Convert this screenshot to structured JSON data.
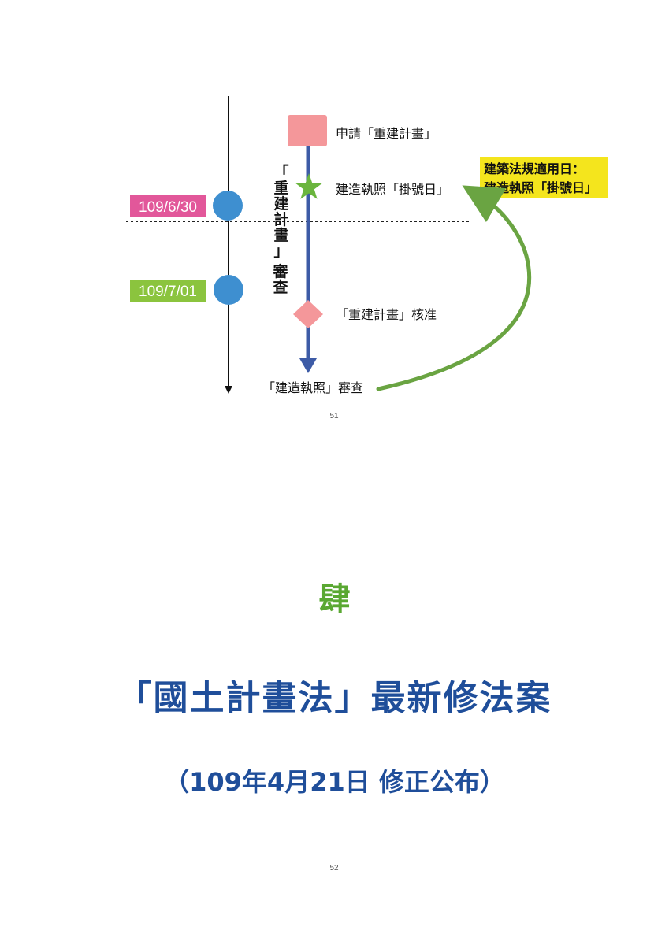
{
  "diagram": {
    "labels": {
      "apply": "申請「重建計畫」",
      "filing_day": "建造執照「掛號日」",
      "approval": "「重建計畫」核准",
      "permit_review": "「建造執照」審查"
    },
    "vertical_label": [
      "「",
      "重",
      "建",
      "計",
      "畫",
      "」",
      "審",
      "查"
    ],
    "dates": {
      "first": "109/6/30",
      "second": "109/7/01"
    },
    "callout": {
      "line1": "建築法規適用日：",
      "line2": "建造執照「掛號日」"
    },
    "colors": {
      "square": "#f4979a",
      "star": "#6ab53d",
      "diamond": "#f4979a",
      "flow_line": "#3d5ba6",
      "circle": "#3e8fd0",
      "date1_bg": "#e2579a",
      "date2_bg": "#8bc43e",
      "callout_bg": "#f4e51d",
      "curve": "#6aa442"
    }
  },
  "pages": {
    "top": "51",
    "bottom": "52"
  },
  "section": {
    "mark": "肆",
    "title": "「國土計畫法」最新修法案",
    "subtitle": "（109年4月21日 修正公布）"
  }
}
